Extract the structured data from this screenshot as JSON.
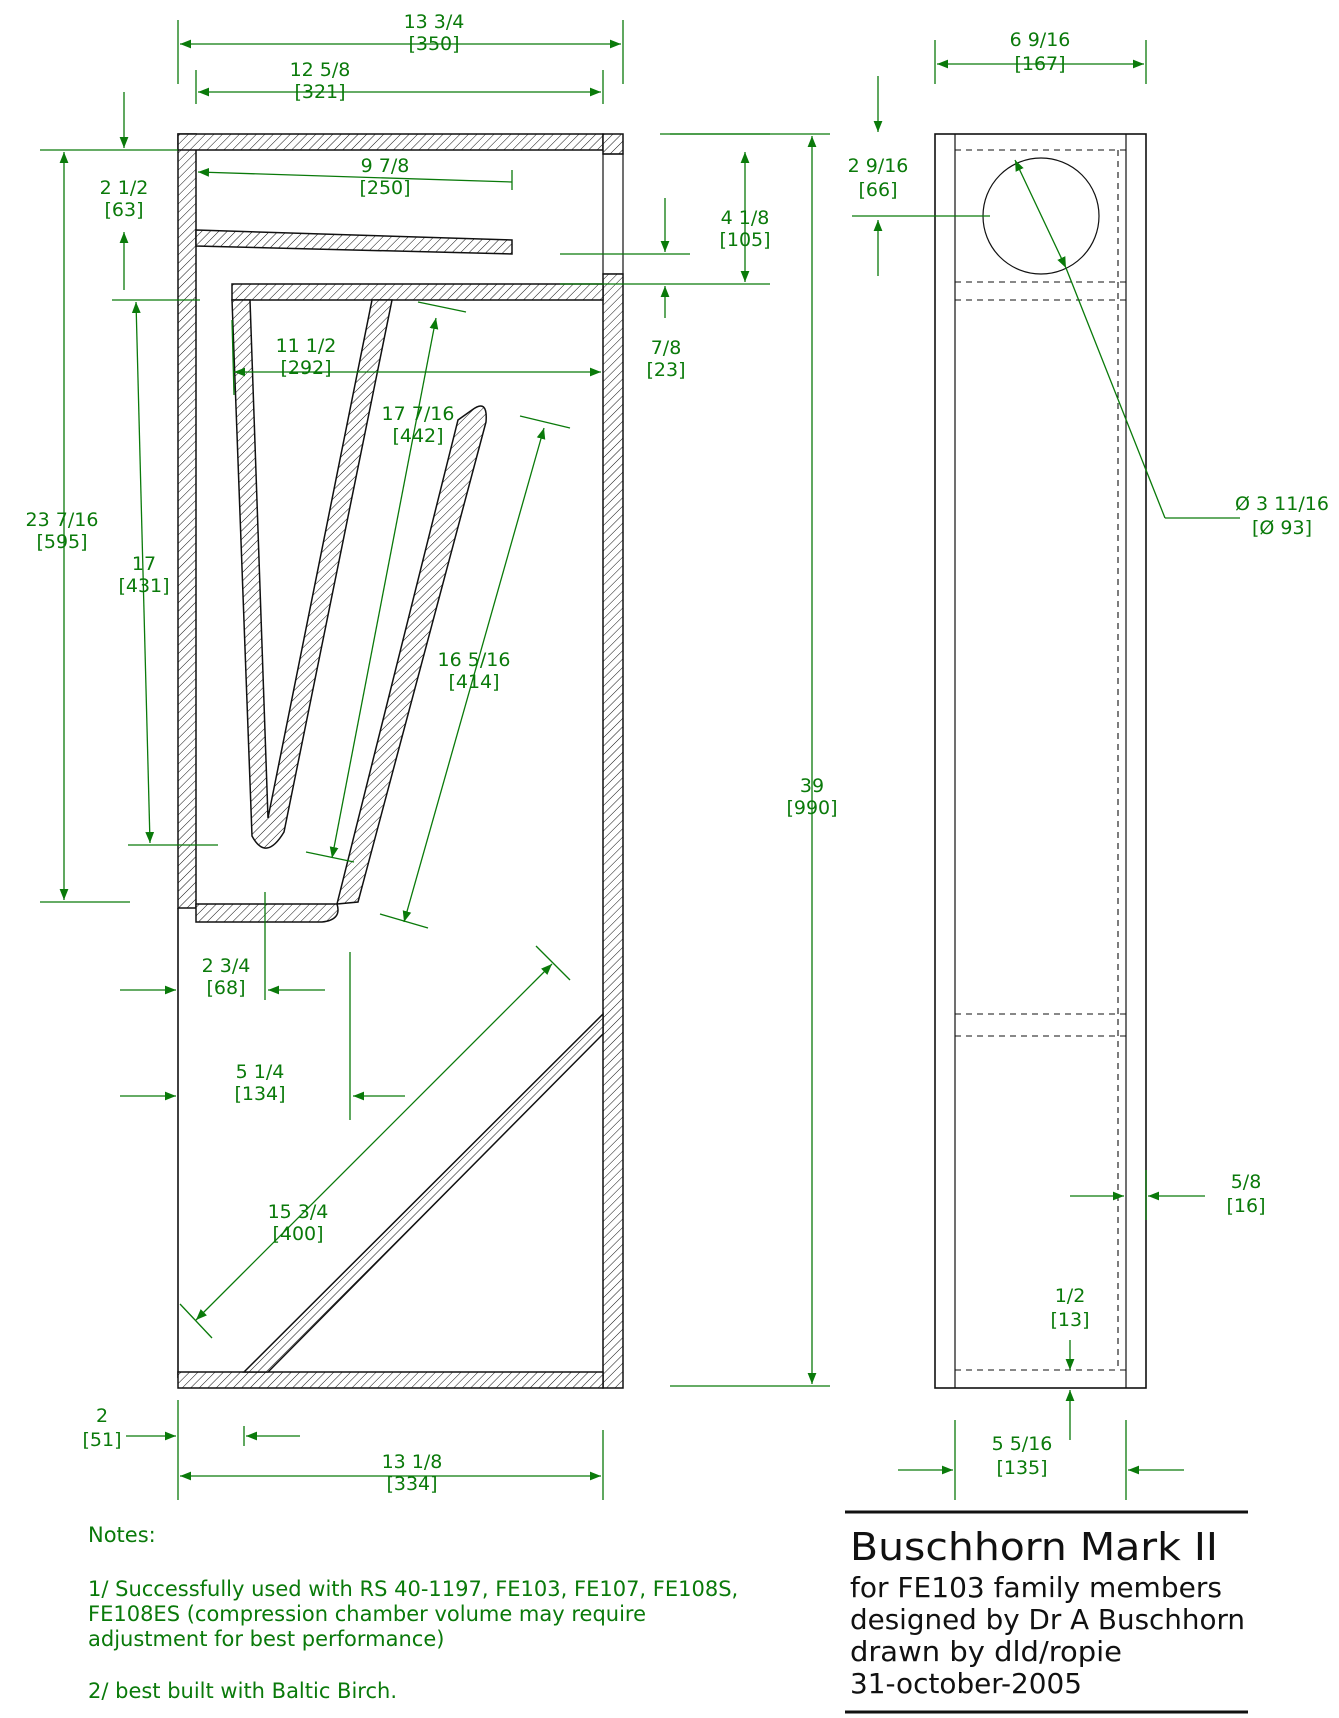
{
  "colors": {
    "dimension": "#0a7a0a",
    "outline": "#111111",
    "background": "#ffffff"
  },
  "dims": {
    "overall_width": [
      "13 3/4",
      "[350]"
    ],
    "inner_width": [
      "12 5/8",
      "[321]"
    ],
    "top_baffle": [
      "9 7/8",
      "[250]"
    ],
    "top_offset": [
      "2 1/2",
      "[63]"
    ],
    "mouth_height": [
      "4 1/8",
      "[105]"
    ],
    "shelf_gap": [
      "7/8",
      "[23]"
    ],
    "chamber_width": [
      "11 1/2",
      "[292]"
    ],
    "panel_a": [
      "17 7/16",
      "[442]"
    ],
    "outer_height": [
      "23 7/16",
      "[595]"
    ],
    "inner_height": [
      "17",
      "[431]"
    ],
    "panel_b": [
      "16 5/16",
      "[414]"
    ],
    "total_height": [
      "39",
      "[990]"
    ],
    "step": [
      "2 3/4",
      "[68]"
    ],
    "cavity": [
      "5 1/4",
      "[134]"
    ],
    "brace": [
      "15 3/4",
      "[400]"
    ],
    "foot": [
      "2",
      "[51]"
    ],
    "base_width": [
      "13 1/8",
      "[334]"
    ],
    "side_width": [
      "6 9/16",
      "[167]"
    ],
    "driver_offset": [
      "2 9/16",
      "[66]"
    ],
    "driver_diameter": [
      "Ø 3 11/16",
      "[Ø 93]"
    ],
    "wall": [
      "5/8",
      "[16]"
    ],
    "bottom_gap": [
      "1/2",
      "[13]"
    ],
    "side_inner": [
      "5 5/16",
      "[135]"
    ]
  },
  "notes": {
    "heading": "Notes:",
    "note1_line1": "1/ Successfully used with RS 40-1197, FE103, FE107, FE108S,",
    "note1_line2": "FE108ES (compression chamber volume may require",
    "note1_line3": "adjustment for best performance)",
    "note2": "2/ best built with Baltic Birch."
  },
  "title_block": {
    "title": "Buschhorn Mark II",
    "line1": "for FE103 family members",
    "line2": "designed by Dr A Buschhorn",
    "line3": "drawn by dld/ropie",
    "line4": "31-october-2005"
  }
}
